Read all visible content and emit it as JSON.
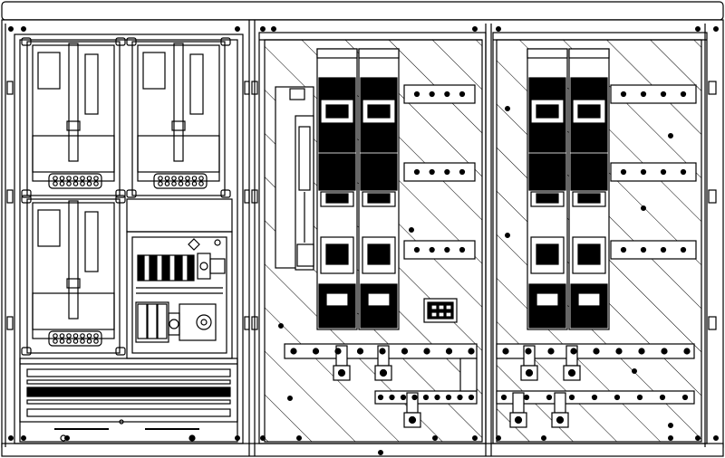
{
  "drawing": {
    "kind": "cabinet-front-view",
    "stroke_color": "#000000",
    "background_color": "#ffffff",
    "hatch_color": "#000000",
    "sections": [
      {
        "id": "left-meter-section",
        "meter_modules": 3,
        "terminal_module": 1,
        "busbar_slots": 5
      },
      {
        "id": "middle-fuse-section",
        "fuse_switch_disconnectors": 2,
        "horizontal_busbars": 3,
        "hatched": true
      },
      {
        "id": "right-fuse-section",
        "fuse_switch_disconnectors": 2,
        "horizontal_busbars": 3,
        "hatched": true
      }
    ]
  }
}
